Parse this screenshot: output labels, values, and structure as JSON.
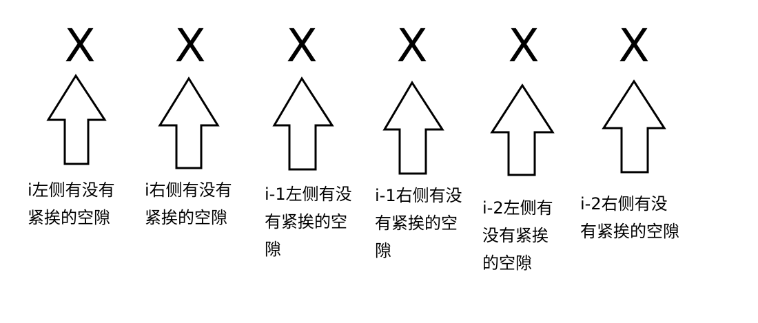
{
  "mark": "X",
  "columns": [
    {
      "id": "i-left",
      "label_lines": [
        "i左侧有没有",
        "紧挨的空隙"
      ]
    },
    {
      "id": "i-right",
      "label_lines": [
        "i右侧有没有",
        "紧挨的空隙"
      ]
    },
    {
      "id": "i-1-left",
      "label_lines": [
        "i-1左侧有没",
        "有紧挨的空",
        "隙"
      ]
    },
    {
      "id": "i-1-right",
      "label_lines": [
        "i-1右侧有没",
        "有紧挨的空",
        "隙"
      ]
    },
    {
      "id": "i-2-left",
      "label_lines": [
        "i-2左侧有",
        "没有紧挨",
        "的空隙"
      ]
    },
    {
      "id": "i-2-right",
      "label_lines": [
        "i-2右侧有没",
        "有紧挨的空隙"
      ]
    }
  ]
}
